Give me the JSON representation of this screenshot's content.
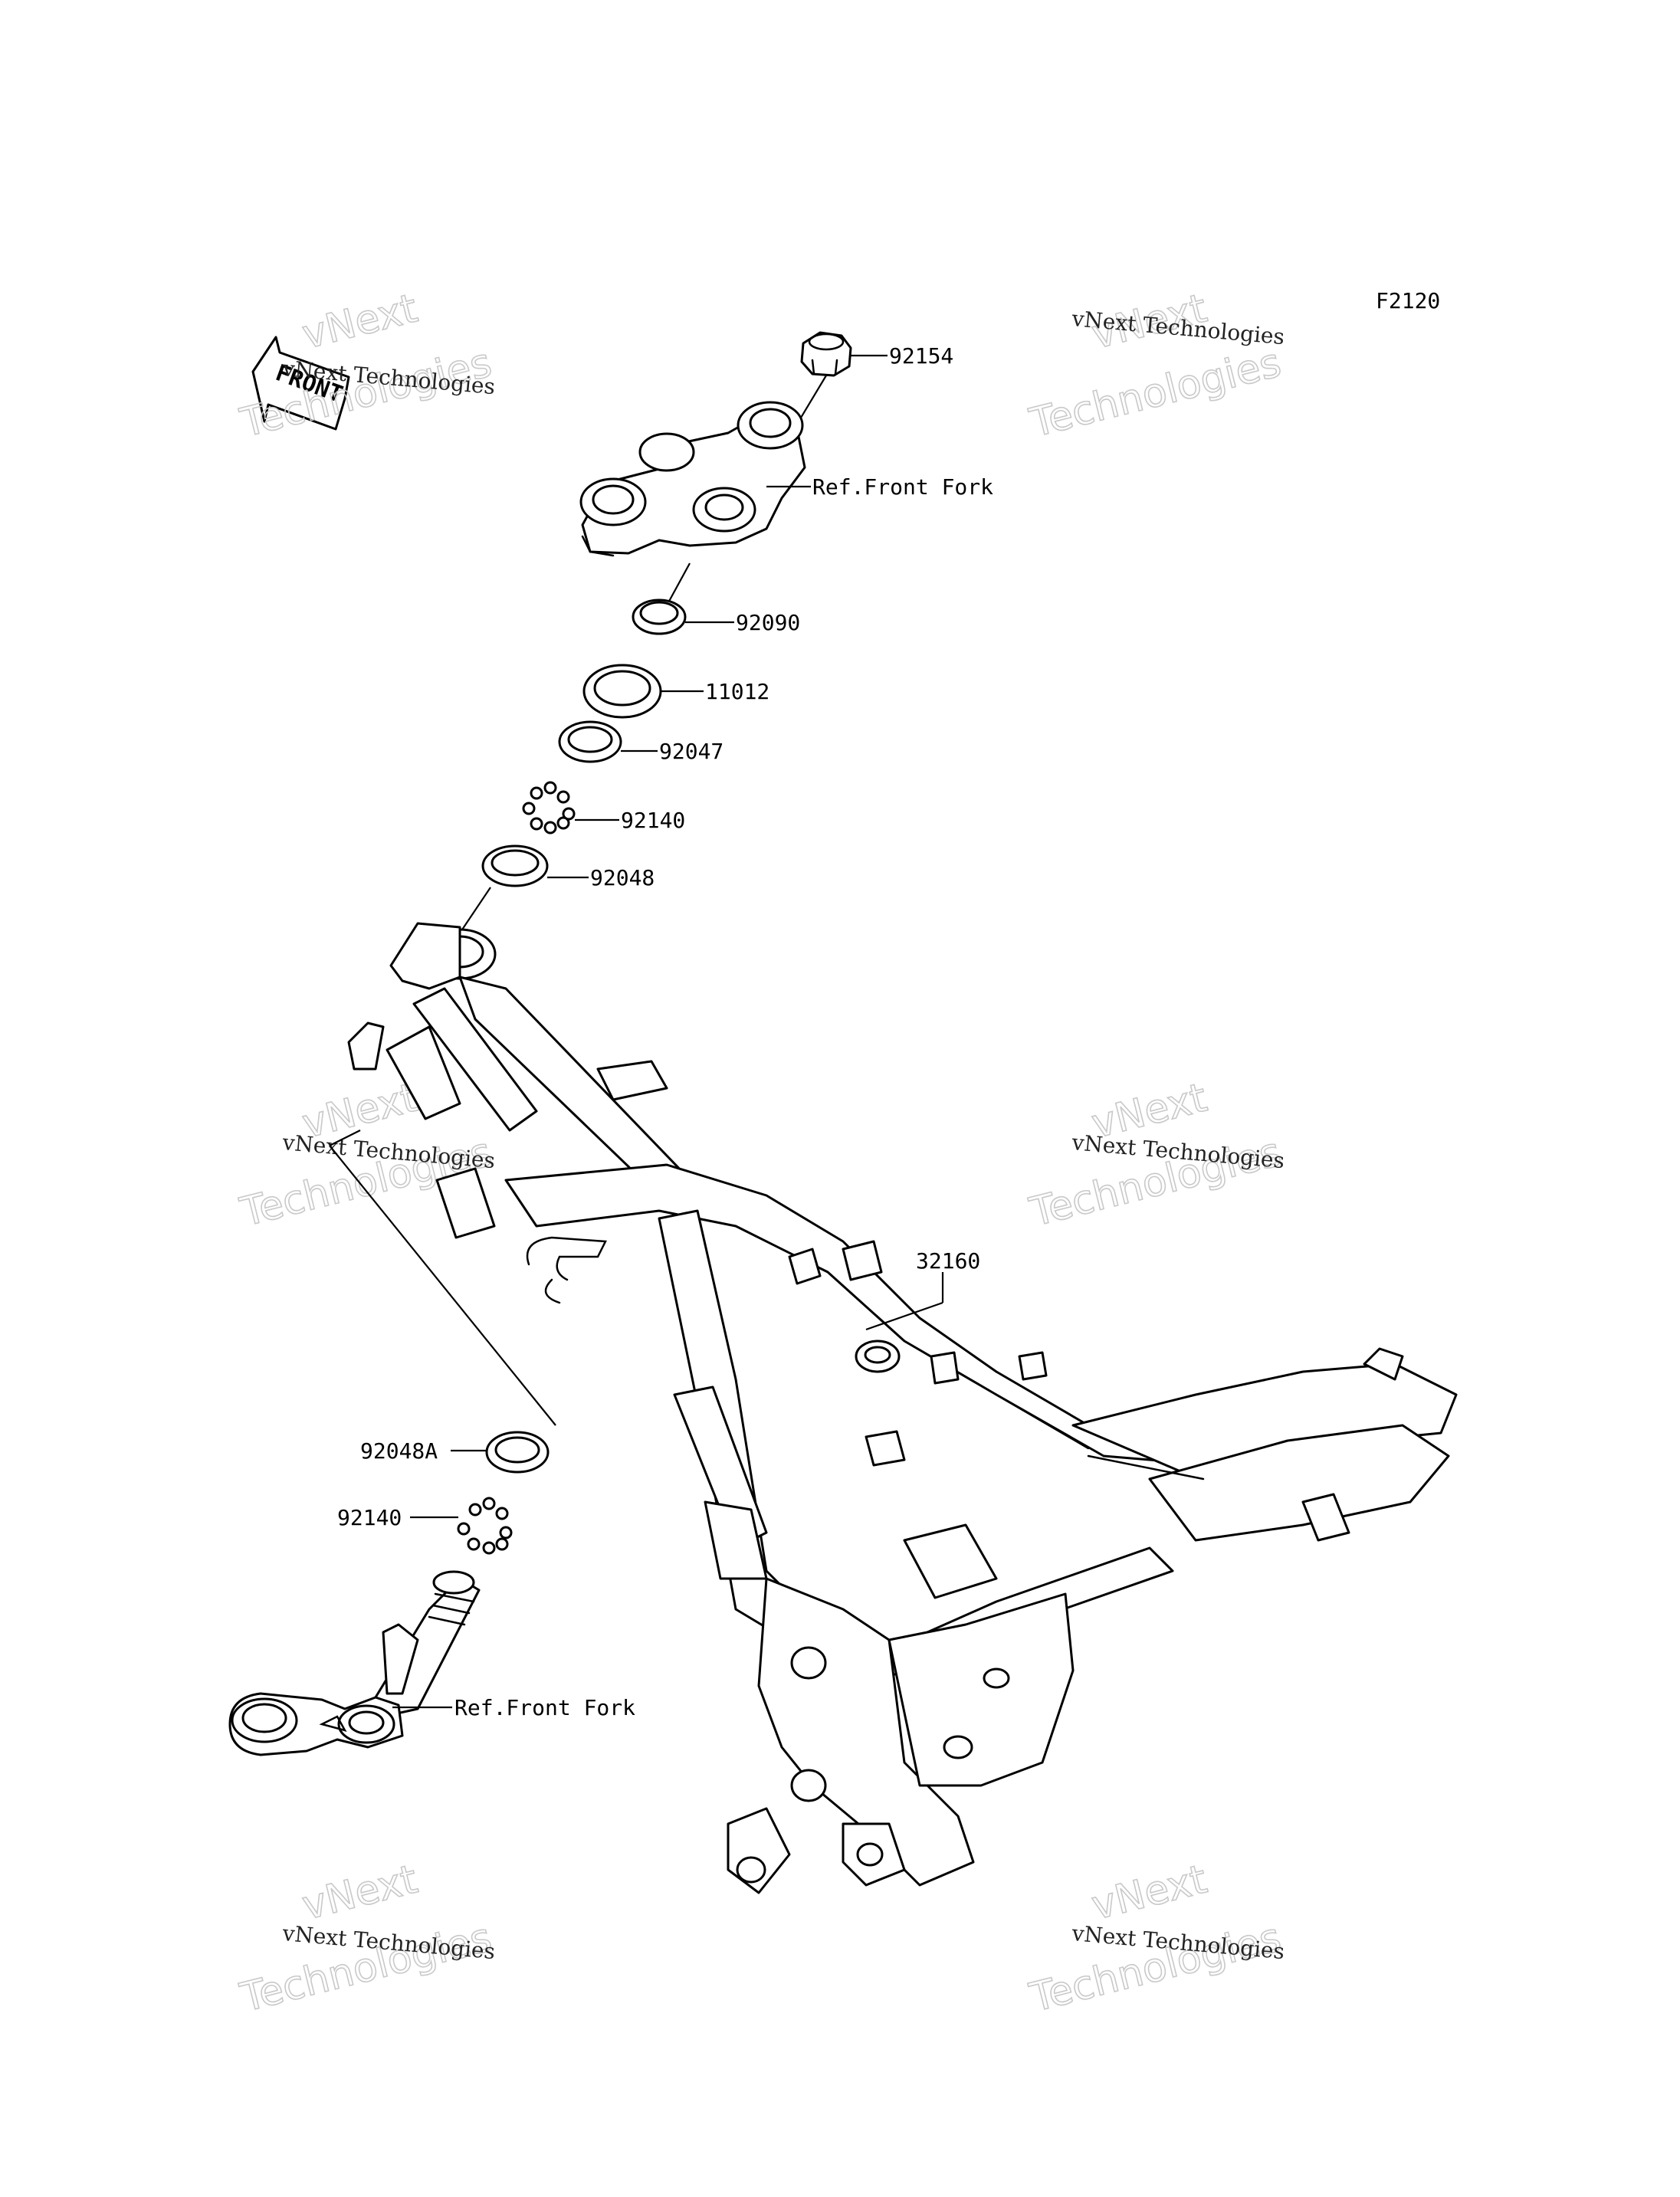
{
  "diagram_code": "F2120",
  "front_arrow": {
    "text": "FRONT"
  },
  "watermark": {
    "line_small": "vNext Technologies",
    "line_big_1": "vNext",
    "line_big_2": "Technologies"
  },
  "callouts": {
    "p92154": "92154",
    "ref_front_fork_upper": "Ref.Front Fork",
    "p92090": "92090",
    "p11012": "11012",
    "p92047": "92047",
    "p92140_upper": "92140",
    "p92048": "92048",
    "p32160": "32160",
    "p92048A": "92048A",
    "p92140_lower": "92140",
    "ref_front_fork_lower": "Ref.Front Fork"
  }
}
